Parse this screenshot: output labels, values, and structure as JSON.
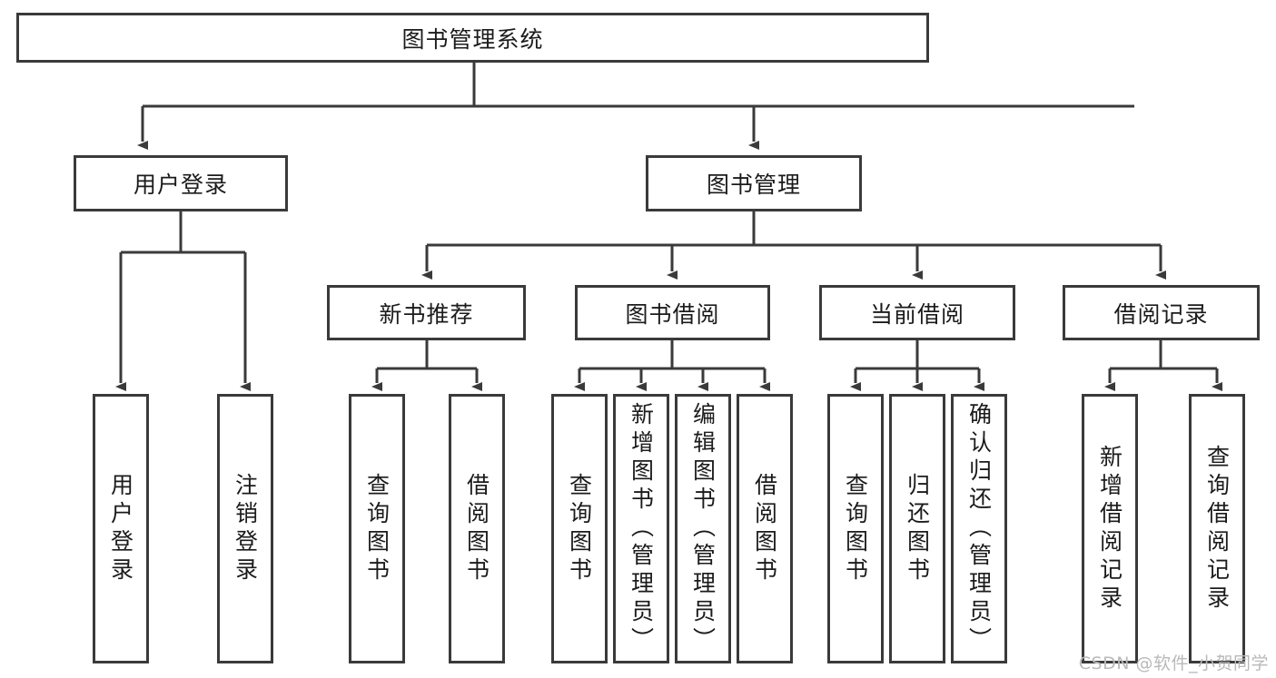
{
  "diagram": {
    "type": "tree-hierarchy",
    "title": "图书管理系统",
    "orientation": "top-down",
    "colors": {
      "box_border": "#3a3a3a",
      "box_fill": "#ffffff",
      "connector": "#3a3a3a",
      "text": "#1b1b1b",
      "watermark": "#b9b9b9"
    },
    "root": {
      "label": "图书管理系统"
    },
    "level2": [
      {
        "id": "user-login",
        "label": "用户登录"
      },
      {
        "id": "book-manage",
        "label": "图书管理"
      }
    ],
    "level3": [
      {
        "id": "new-book-recommend",
        "label": "新书推荐",
        "parent": "book-manage"
      },
      {
        "id": "book-borrow",
        "label": "图书借阅",
        "parent": "book-manage"
      },
      {
        "id": "current-borrow",
        "label": "当前借阅",
        "parent": "book-manage"
      },
      {
        "id": "borrow-record",
        "label": "借阅记录",
        "parent": "book-manage"
      }
    ],
    "leaves": {
      "user-login": [
        {
          "id": "leaf-user-login",
          "label": "用户登录"
        },
        {
          "id": "leaf-user-logout",
          "label": "注销登录"
        }
      ],
      "new-book-recommend": [
        {
          "id": "leaf-query-book-1",
          "label": "查询图书"
        },
        {
          "id": "leaf-borrow-book-1",
          "label": "借阅图书"
        }
      ],
      "book-borrow": [
        {
          "id": "leaf-query-book-2",
          "label": "查询图书"
        },
        {
          "id": "leaf-add-book",
          "label": "新增图书（管理员）"
        },
        {
          "id": "leaf-edit-book",
          "label": "编辑图书（管理员）"
        },
        {
          "id": "leaf-borrow-book-2",
          "label": "借阅图书"
        }
      ],
      "current-borrow": [
        {
          "id": "leaf-query-book-3",
          "label": "查询图书"
        },
        {
          "id": "leaf-return-book",
          "label": "归还图书"
        },
        {
          "id": "leaf-confirm-return",
          "label": "确认归还（管理员）"
        }
      ],
      "borrow-record": [
        {
          "id": "leaf-add-record",
          "label": "新增借阅记录"
        },
        {
          "id": "leaf-query-record",
          "label": "查询借阅记录"
        }
      ]
    }
  },
  "watermark": {
    "text": "CSDN @软件_小贺同学"
  }
}
